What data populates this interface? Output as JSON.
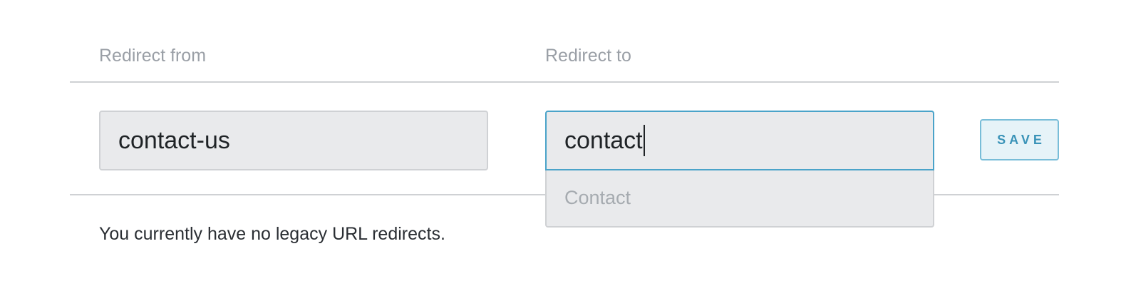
{
  "headers": {
    "redirect_from": "Redirect from",
    "redirect_to": "Redirect to"
  },
  "form": {
    "redirect_from_value": "contact-us",
    "redirect_to_value": "contact",
    "save_label": "SAVE"
  },
  "autocomplete": {
    "suggestions": [
      "Contact"
    ]
  },
  "empty_message": "You currently have no legacy URL redirects.",
  "colors": {
    "accent": "#4aa3c9",
    "field_background": "#e9eaec",
    "muted_text": "#9a9fa6"
  }
}
